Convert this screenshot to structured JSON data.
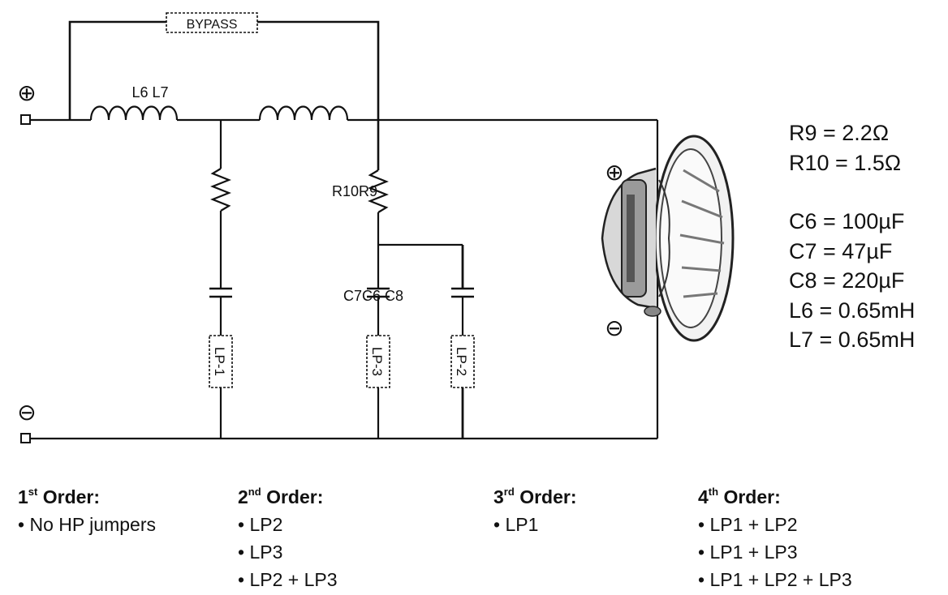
{
  "circuit": {
    "bypass_label": "BYPASS",
    "inductor_label": "L6 L7",
    "resistor_label": "R10R9",
    "capacitor_label": "C7C6 C8",
    "jumper_labels": [
      "LP-1",
      "LP-3",
      "LP-2"
    ],
    "plus_symbol": "⊕",
    "minus_symbol": "⊖"
  },
  "component_values": {
    "resistors": [
      "R9 = 2.2Ω",
      "R10 = 1.5Ω"
    ],
    "other": [
      "C6 = 100µF",
      "C7 = 47µF",
      "C8 = 220µF",
      "L6 = 0.65mH",
      "L7 = 0.65mH"
    ]
  },
  "orders": [
    {
      "num": "1",
      "suffix": "st",
      "title": "Order:",
      "items": [
        "No HP jumpers"
      ]
    },
    {
      "num": "2",
      "suffix": "nd",
      "title": "Order:",
      "items": [
        "LP2",
        "LP3",
        "LP2 + LP3"
      ]
    },
    {
      "num": "3",
      "suffix": "rd",
      "title": "Order:",
      "items": [
        "LP1"
      ]
    },
    {
      "num": "4",
      "suffix": "th",
      "title": "Order:",
      "items": [
        "LP1 + LP2",
        "LP1 + LP3",
        "LP1 + LP2 + LP3"
      ]
    }
  ]
}
